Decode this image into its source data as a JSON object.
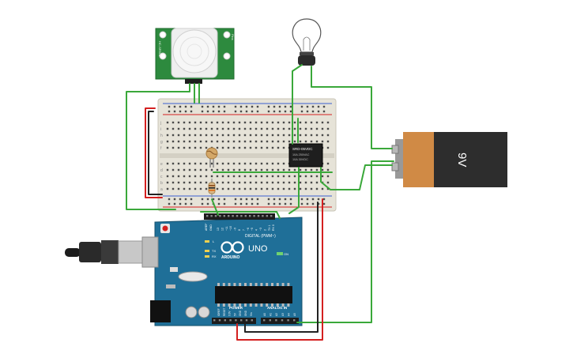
{
  "pir": {
    "label_left": "HC-SR501",
    "label_right": "Pins"
  },
  "relay": {
    "title": "SRD-05VDC",
    "line1": "10A 250VAC",
    "line2": "10A 30VDC"
  },
  "battery": {
    "label": "9V"
  },
  "arduino": {
    "brand": "ARDUINO",
    "model": "UNO",
    "on_label": "ON",
    "digital_label": "DIGITAL (PWM~)",
    "power_label": "POWER",
    "analog_label": "ANALOG IN",
    "aref": "AREF",
    "gnd": "GND",
    "tx": "TX",
    "rx": "RX",
    "l": "L",
    "power_pins": [
      "IOREF",
      "RESET",
      "3.3V",
      "5V",
      "GND",
      "GND",
      "Vin"
    ],
    "analog_pins": [
      "A0",
      "A1",
      "A2",
      "A3",
      "A4",
      "A5"
    ],
    "digital_pins": [
      "13",
      "12",
      "~11",
      "~10",
      "~9",
      "8",
      "7",
      "~6",
      "~5",
      "4",
      "~3",
      "2",
      "TX 1",
      "RX 0"
    ]
  },
  "breadboard": {
    "row_letters_top": [
      "j",
      "i",
      "h",
      "g",
      "f"
    ],
    "row_letters_bottom": [
      "e",
      "d",
      "c",
      "b",
      "a"
    ]
  },
  "colors": {
    "wire_green": "#3aa83a",
    "wire_red": "#d42020",
    "wire_black": "#222222",
    "arduino_teal": "#1f6f98",
    "pir_green": "#2d8a3e",
    "battery_orange": "#d08a45",
    "battery_black": "#2d2d2d",
    "breadboard": "#e6e3d8"
  }
}
